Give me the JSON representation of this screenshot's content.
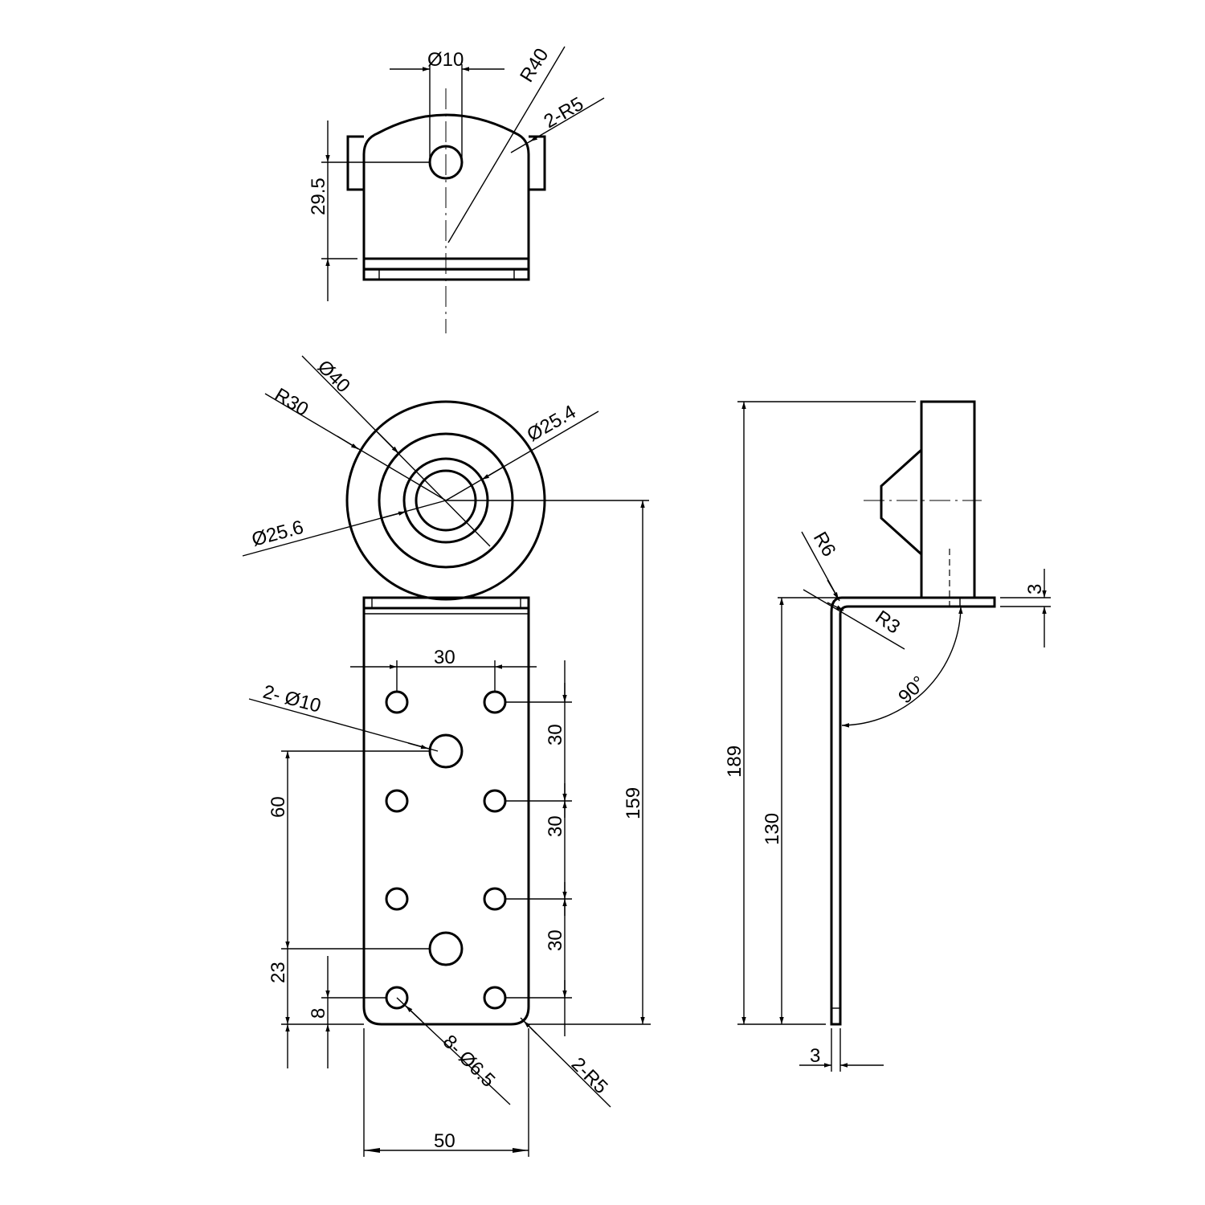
{
  "drawing": {
    "top_view": {
      "dimensions": {
        "hole_diameter": "Ø10",
        "outer_radius": "R40",
        "corner_radius": "2-R5",
        "height": "29.5"
      }
    },
    "front_view": {
      "dimensions": {
        "wheel_outer": "Ø40",
        "wheel_groove": "R30",
        "bore": "Ø25.4",
        "hub": "Ø25.6",
        "hole_spacing_h": "30",
        "large_holes": "2- Ø10",
        "hole_pitch_1": "30",
        "hole_pitch_2": "30",
        "hole_pitch_3": "30",
        "large_hole_spacing": "60",
        "large_hole_offset": "23",
        "small_hole_offset": "8",
        "total_height": "159",
        "small_holes": "8- Ø6.5",
        "corner_radius": "2-R5",
        "plate_width": "50"
      }
    },
    "side_view": {
      "dimensions": {
        "overall_height": "189",
        "plate_height": "130",
        "bend_outer_radius": "R6",
        "bend_inner_radius": "R3",
        "bend_angle": "90°",
        "flange_thickness": "3",
        "plate_thickness": "3"
      }
    }
  }
}
